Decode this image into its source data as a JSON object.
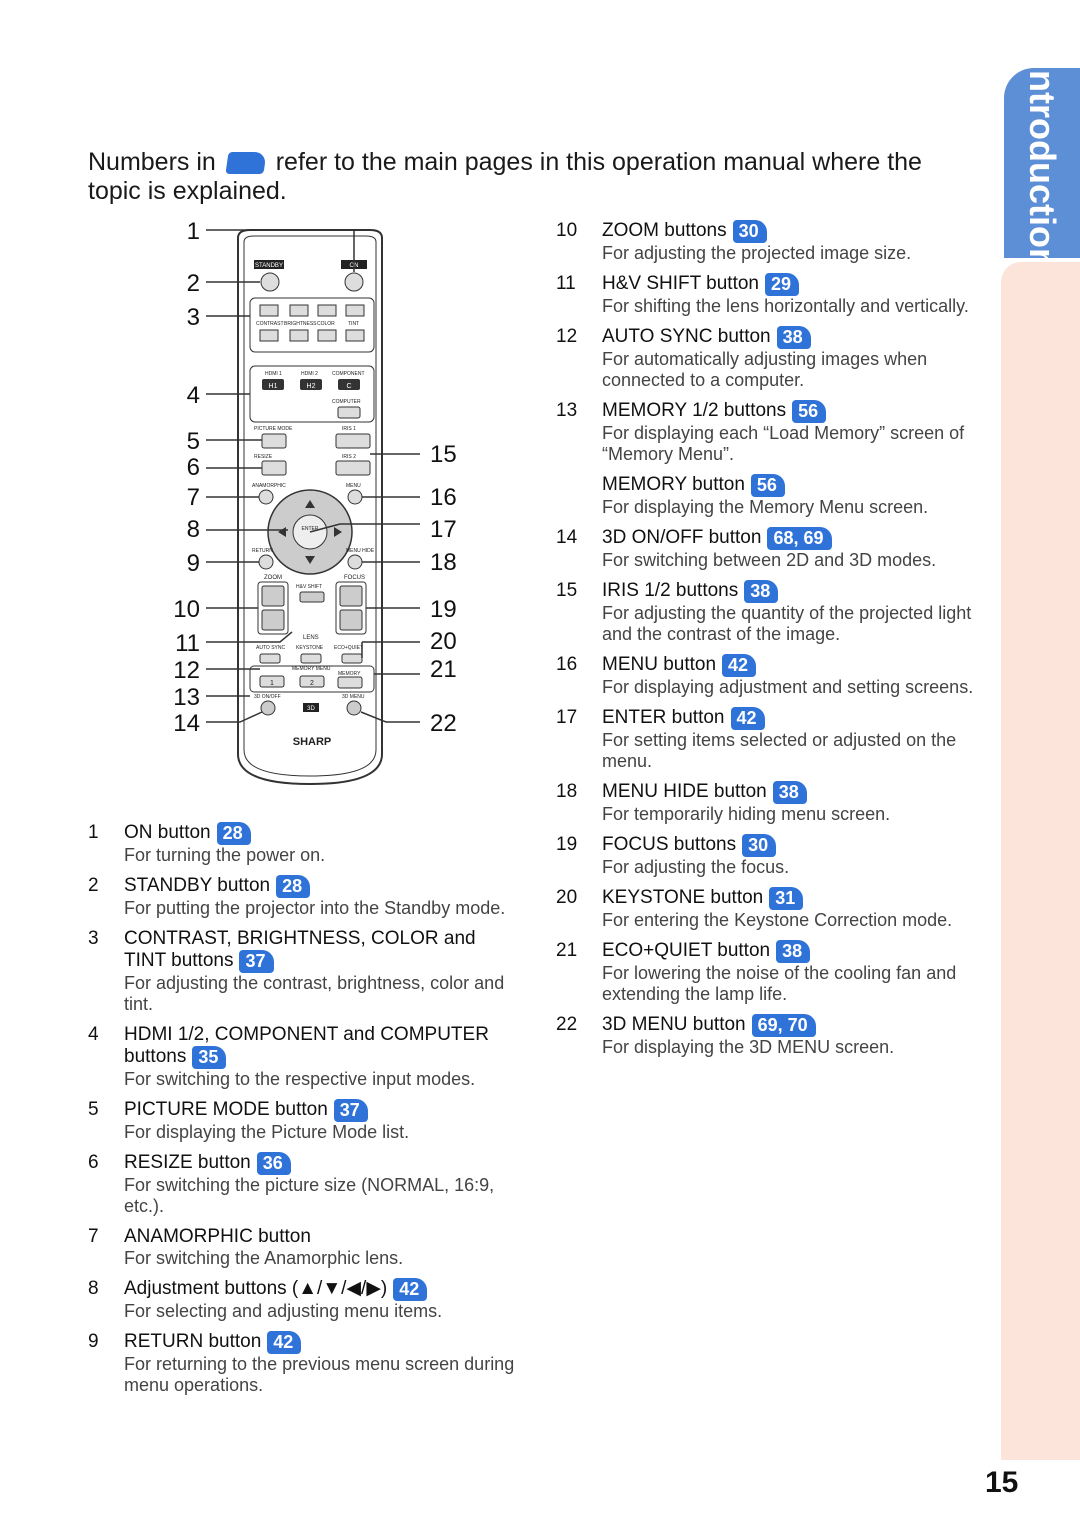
{
  "side_tab": {
    "label": "Introduction"
  },
  "intro": {
    "before": "Numbers in",
    "after": "refer to the main pages in this operation manual where the topic is explained."
  },
  "remote": {
    "brand": "SHARP",
    "labels": {
      "standby": "STANDBY",
      "on": "ON",
      "contrast": "CONTRAST",
      "brightness": "BRIGHTNESS",
      "color": "COLOR",
      "tint": "TINT",
      "hdmi1": "HDMI 1",
      "hdmi2": "HDMI 2",
      "component": "COMPONENT",
      "computer": "COMPUTER",
      "h1": "H1",
      "h2": "H2",
      "c": "C",
      "picture_mode": "PICTURE MODE",
      "iris1": "IRIS 1",
      "resize": "RESIZE",
      "iris2": "IRIS 2",
      "anamorphic": "ANAMORPHIC",
      "menu": "MENU",
      "enter": "ENTER",
      "return": "RETURN",
      "menu_hide": "MENU HIDE",
      "zoom": "ZOOM",
      "hv_shift": "H&V SHIFT",
      "focus": "FOCUS",
      "lens": "LENS",
      "auto_sync": "AUTO SYNC",
      "keystone": "KEYSTONE",
      "eco_quiet": "ECO+QUIET",
      "memory_menu": "MEMORY MENU",
      "memory": "MEMORY",
      "mem1": "1",
      "mem2": "2",
      "three_d_onoff": "3D ON/OFF",
      "three_d_menu": "3D MENU",
      "three_d": "3D"
    },
    "callouts_left": [
      "1",
      "2",
      "3",
      "4",
      "5",
      "6",
      "7",
      "8",
      "9",
      "10",
      "11",
      "12",
      "13",
      "14"
    ],
    "callouts_right": [
      "15",
      "16",
      "17",
      "18",
      "19",
      "20",
      "21",
      "22"
    ]
  },
  "left_items": [
    {
      "num": "1",
      "name": "ON button",
      "ref": "28",
      "desc": "For turning the power on."
    },
    {
      "num": "2",
      "name": "STANDBY button",
      "ref": "28",
      "desc": "For putting the projector into the Standby mode."
    },
    {
      "num": "3",
      "name": "CONTRAST, BRIGHTNESS, COLOR and TINT buttons",
      "ref": "37",
      "desc": "For adjusting the contrast, brightness, color and tint."
    },
    {
      "num": "4",
      "name": "HDMI 1/2, COMPONENT and COMPUTER buttons",
      "ref": "35",
      "desc": "For switching to the respective input modes."
    },
    {
      "num": "5",
      "name": "PICTURE MODE button",
      "ref": "37",
      "desc": "For displaying the Picture Mode list."
    },
    {
      "num": "6",
      "name": "RESIZE button",
      "ref": "36",
      "desc": "For switching the picture size (NORMAL, 16:9, etc.)."
    },
    {
      "num": "7",
      "name": "ANAMORPHIC button",
      "ref": "",
      "desc": "For switching the Anamorphic lens."
    },
    {
      "num": "8",
      "name": "Adjustment buttons (▲/▼/◀/▶)",
      "ref": "42",
      "desc": "For selecting and adjusting menu items."
    },
    {
      "num": "9",
      "name": "RETURN button",
      "ref": "42",
      "desc": "For returning to the previous menu screen during menu operations."
    }
  ],
  "right_items": [
    {
      "num": "10",
      "name": "ZOOM buttons",
      "ref": "30",
      "desc": "For adjusting the projected image size."
    },
    {
      "num": "11",
      "name": "H&V SHIFT button",
      "ref": "29",
      "desc": "For shifting the lens horizontally and vertically."
    },
    {
      "num": "12",
      "name": "AUTO SYNC button",
      "ref": "38",
      "desc": "For automatically adjusting images when connected to a computer."
    },
    {
      "num": "13",
      "name": "MEMORY 1/2 buttons",
      "ref": "56",
      "desc": "For displaying each “Load Memory” screen of “Memory Menu”."
    },
    {
      "num": "",
      "name": "MEMORY button",
      "ref": "56",
      "desc": "For displaying the Memory Menu screen."
    },
    {
      "num": "14",
      "name": "3D ON/OFF button",
      "ref": "68, 69",
      "desc": "For switching between 2D and 3D modes."
    },
    {
      "num": "15",
      "name": "IRIS 1/2 buttons",
      "ref": "38",
      "desc": "For adjusting the quantity of the projected light and the contrast of the image."
    },
    {
      "num": "16",
      "name": "MENU button",
      "ref": "42",
      "desc": "For displaying adjustment and setting screens."
    },
    {
      "num": "17",
      "name": "ENTER button",
      "ref": "42",
      "desc": "For setting items selected or adjusted on the menu."
    },
    {
      "num": "18",
      "name": "MENU HIDE button",
      "ref": "38",
      "desc": "For temporarily hiding menu screen."
    },
    {
      "num": "19",
      "name": "FOCUS buttons",
      "ref": "30",
      "desc": "For adjusting the focus."
    },
    {
      "num": "20",
      "name": "KEYSTONE button",
      "ref": "31",
      "desc": "For entering the Keystone Correction mode."
    },
    {
      "num": "21",
      "name": "ECO+QUIET button",
      "ref": "38",
      "desc": "For lowering the noise of the cooling fan and extending the lamp life."
    },
    {
      "num": "22",
      "name": "3D MENU button",
      "ref": "69, 70",
      "desc": "For displaying the 3D MENU screen."
    }
  ],
  "page_number": "15"
}
